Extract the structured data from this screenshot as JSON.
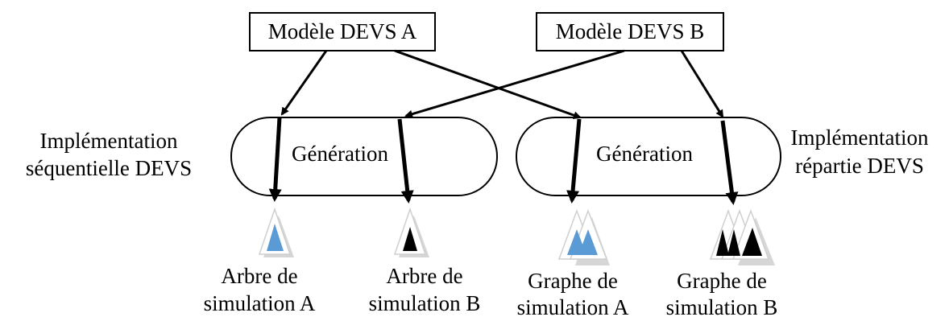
{
  "models": {
    "a_label": "Modèle DEVS A",
    "b_label": "Modèle DEVS B"
  },
  "generation": {
    "left_label": "Génération",
    "right_label": "Génération"
  },
  "side_labels": {
    "left_line1": "Implémentation",
    "left_line2": "séquentielle DEVS",
    "right_line1": "Implémentation",
    "right_line2": "répartie DEVS"
  },
  "outputs": {
    "tree_a_line1": "Arbre de",
    "tree_a_line2": "simulation A",
    "tree_b_line1": "Arbre de",
    "tree_b_line2": "simulation B",
    "graph_a_line1": "Graphe de",
    "graph_a_line2": "simulation A",
    "graph_b_line1": "Graphe de",
    "graph_b_line2": "simulation B"
  },
  "colors": {
    "model_a_fill": "#5b9bd5",
    "model_b_fill": "#000000",
    "stroke": "#000000"
  }
}
